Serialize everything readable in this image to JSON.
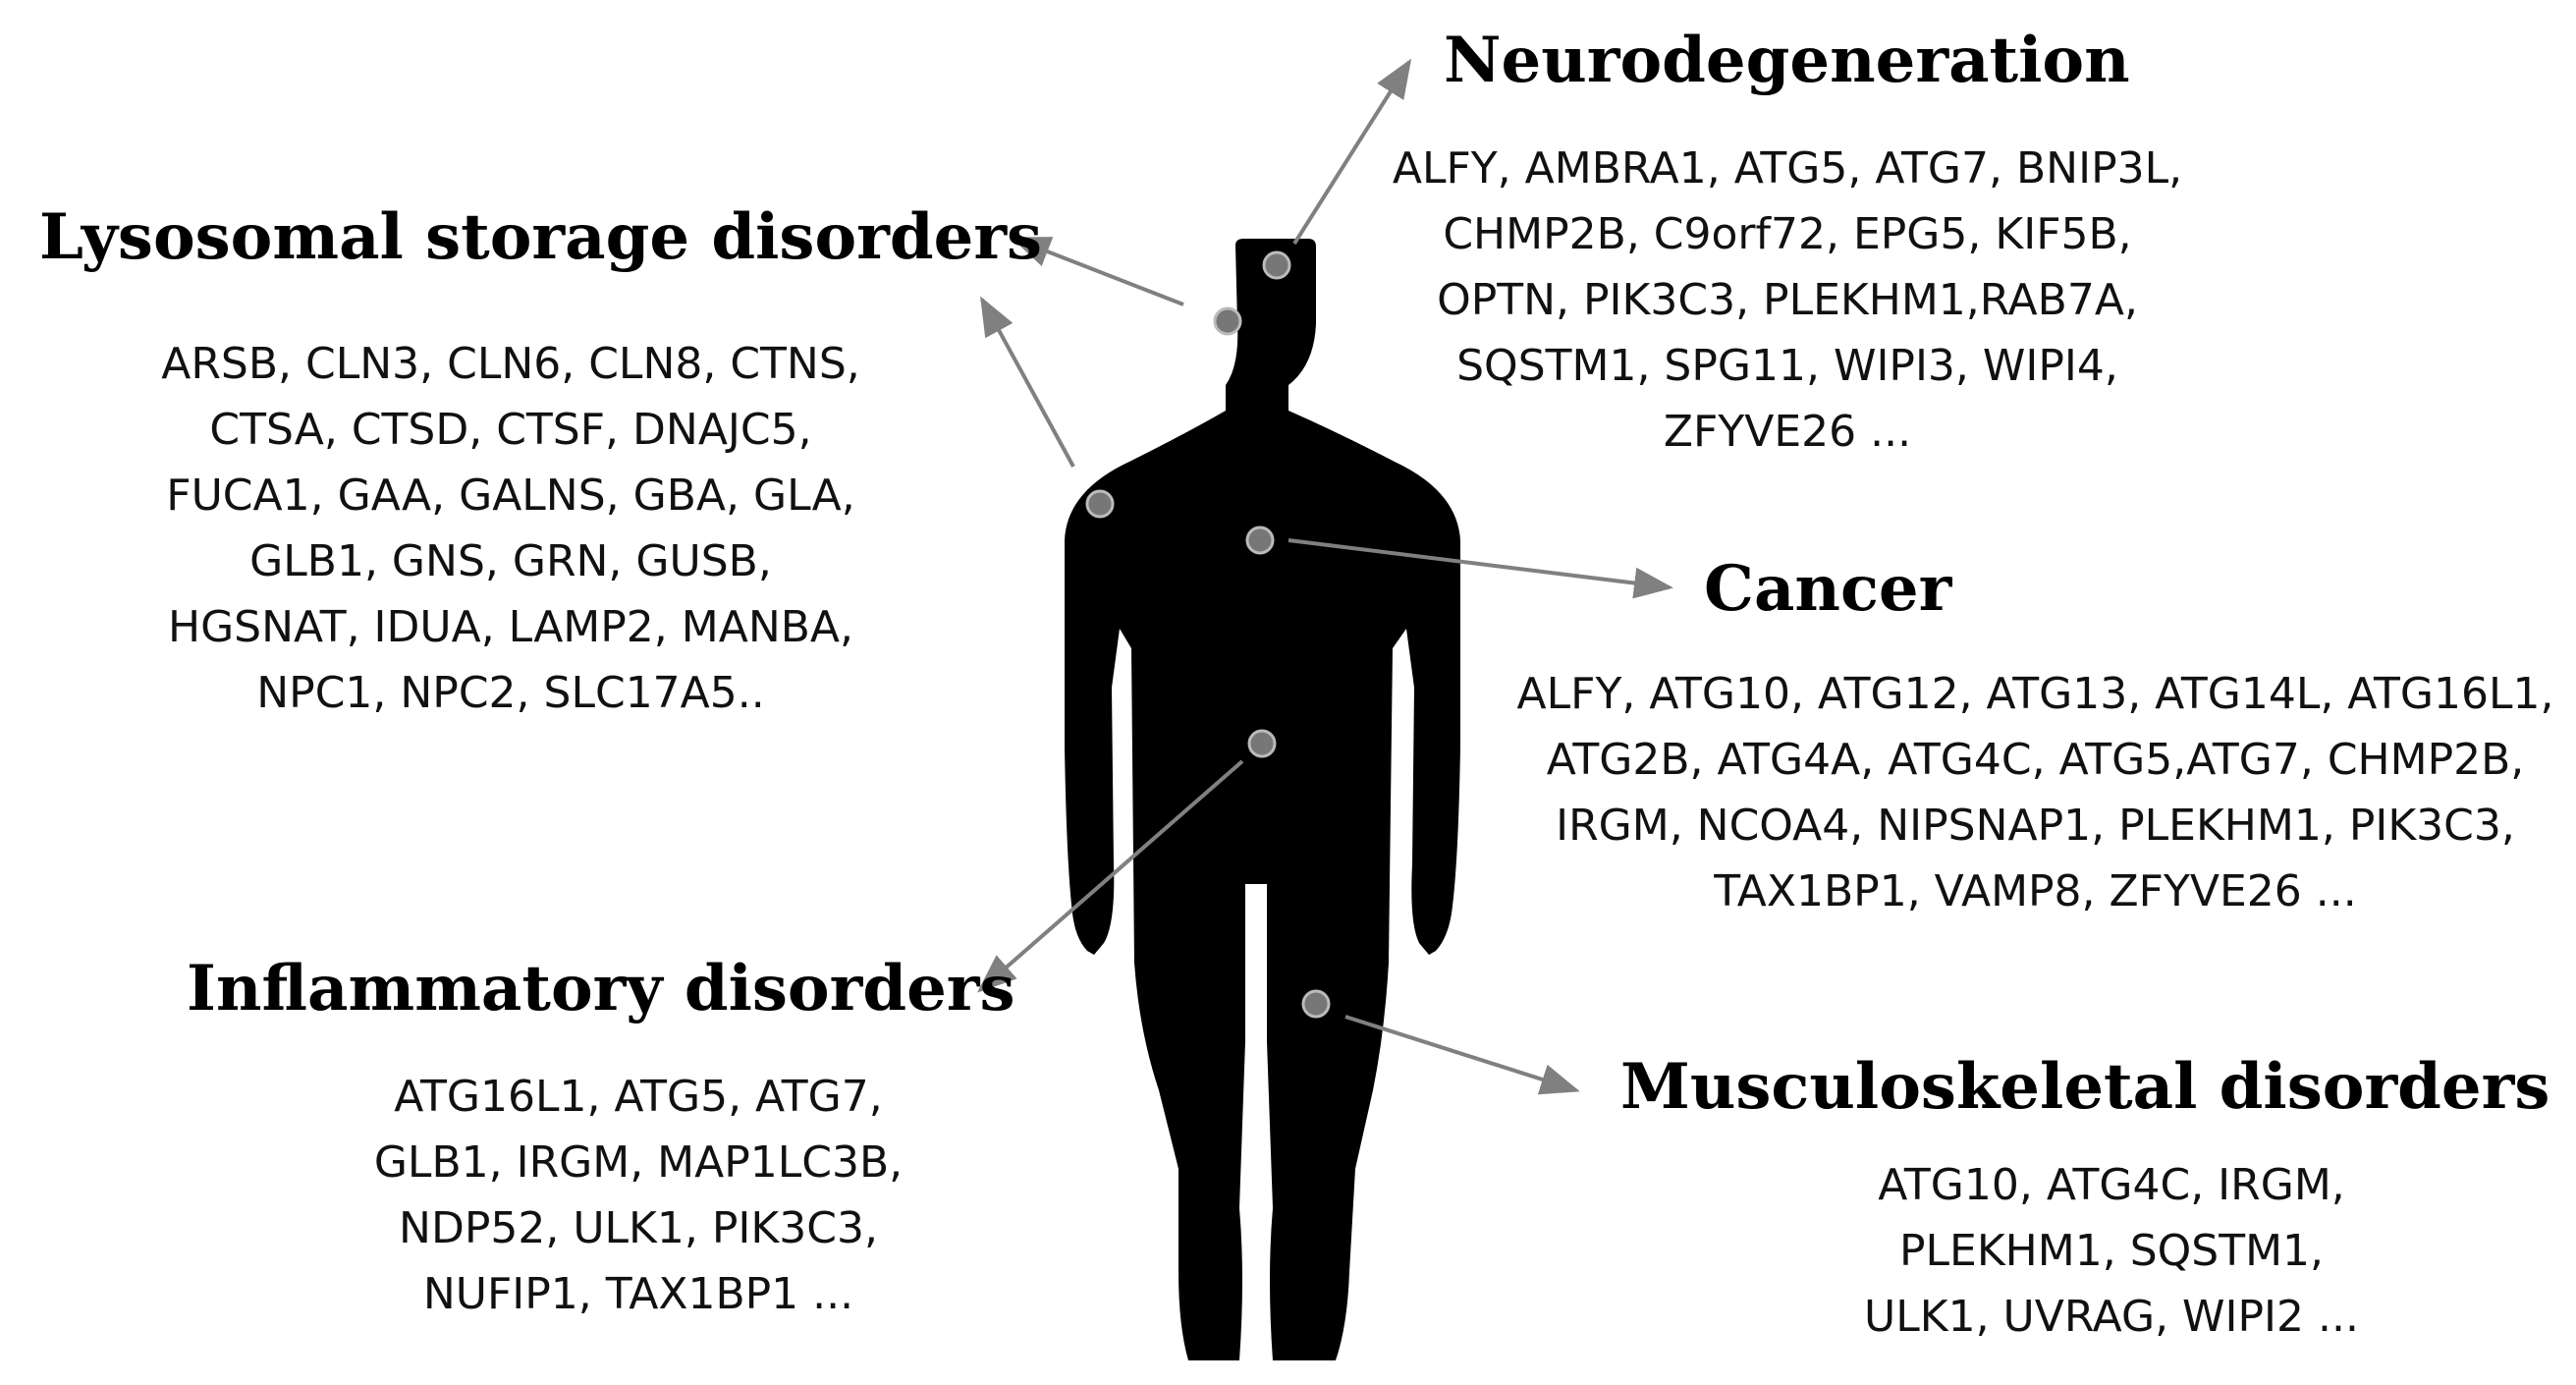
{
  "regions": {
    "lysosomal": {
      "title": "Lysosomal storage disorders",
      "genes": [
        "ARSB, CLN3, CLN6, CLN8, CTNS,",
        "CTSA, CTSD, CTSF, DNAJC5,",
        "FUCA1, GAA, GALNS, GBA, GLA,",
        "GLB1, GNS, GRN, GUSB,",
        "HGSNAT, IDUA, LAMP2, MANBA,",
        "NPC1, NPC2, SLC17A5.."
      ]
    },
    "neuro": {
      "title": "Neurodegeneration",
      "genes": [
        "ALFY, AMBRA1, ATG5, ATG7, BNIP3L,",
        "CHMP2B, C9orf72, EPG5, KIF5B,",
        "OPTN, PIK3C3, PLEKHM1,RAB7A,",
        "SQSTM1, SPG11, WIPI3, WIPI4,",
        "ZFYVE26 ..."
      ]
    },
    "cancer": {
      "title": "Cancer",
      "genes": [
        "ALFY, ATG10, ATG12, ATG13, ATG14L, ATG16L1,",
        "ATG2B, ATG4A, ATG4C, ATG5,ATG7, CHMP2B,",
        "IRGM, NCOA4, NIPSNAP1, PLEKHM1, PIK3C3,",
        "TAX1BP1, VAMP8, ZFYVE26 ..."
      ]
    },
    "inflam": {
      "title": "Inflammatory disorders",
      "genes": [
        "ATG16L1, ATG5, ATG7,",
        "GLB1, IRGM, MAP1LC3B,",
        "NDP52, ULK1, PIK3C3,",
        "NUFIP1, TAX1BP1 ..."
      ]
    },
    "musculo": {
      "title": "Musculoskeletal disorders",
      "genes": [
        "ATG10, ATG4C, IRGM,",
        "PLEKHM1, SQSTM1,",
        "ULK1, UVRAG, WIPI2 ..."
      ]
    }
  },
  "colors": {
    "silhouette": "#000000",
    "marker_fill": "#777777",
    "marker_stroke": "#bbbbbb",
    "arrow": "#808080",
    "text": "#000000"
  },
  "icons": {
    "body": "human-silhouette-icon",
    "marker": "location-dot-icon",
    "arrow": "arrow-icon"
  }
}
